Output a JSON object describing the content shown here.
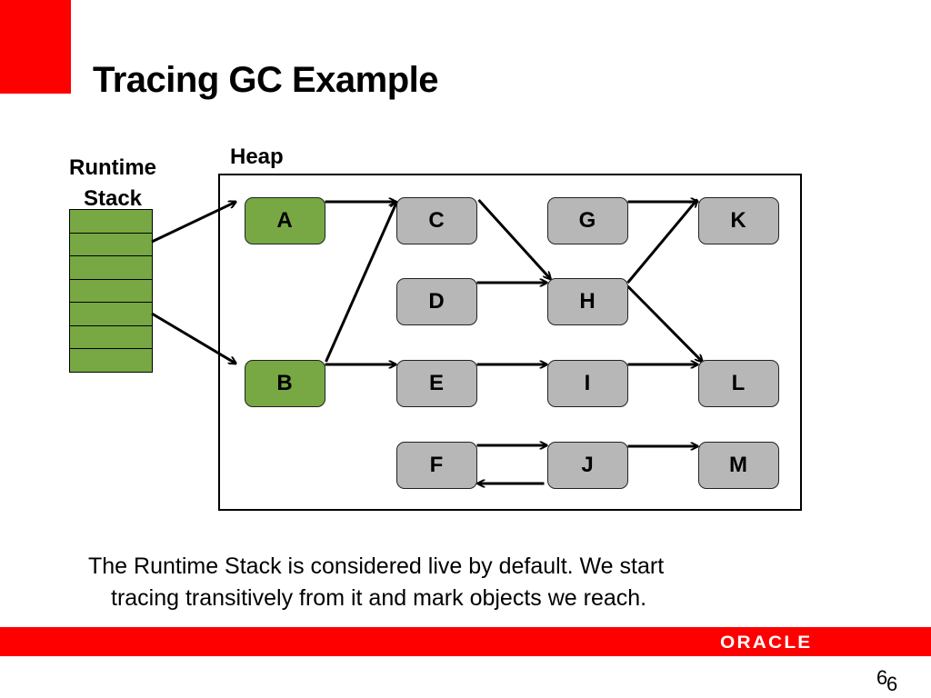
{
  "slide": {
    "title": "Tracing GC Example",
    "caption_line1": "The Runtime Stack is considered live by default. We start",
    "caption_line2": "tracing transitively from it and mark objects we reach.",
    "page_number": "6",
    "page_number_shadow": "6"
  },
  "diagram": {
    "stack_label_line1": "Runtime",
    "stack_label_line2": "Stack",
    "stack_slots": 7,
    "heap_label": "Heap",
    "nodes": [
      {
        "id": "A",
        "label": "A",
        "status": "live"
      },
      {
        "id": "B",
        "label": "B",
        "status": "live"
      },
      {
        "id": "C",
        "label": "C",
        "status": "unmarked"
      },
      {
        "id": "D",
        "label": "D",
        "status": "unmarked"
      },
      {
        "id": "E",
        "label": "E",
        "status": "unmarked"
      },
      {
        "id": "F",
        "label": "F",
        "status": "unmarked"
      },
      {
        "id": "G",
        "label": "G",
        "status": "unmarked"
      },
      {
        "id": "H",
        "label": "H",
        "status": "unmarked"
      },
      {
        "id": "I",
        "label": "I",
        "status": "unmarked"
      },
      {
        "id": "J",
        "label": "J",
        "status": "unmarked"
      },
      {
        "id": "K",
        "label": "K",
        "status": "unmarked"
      },
      {
        "id": "L",
        "label": "L",
        "status": "unmarked"
      },
      {
        "id": "M",
        "label": "M",
        "status": "unmarked"
      }
    ],
    "edges": [
      {
        "from": "stack",
        "to": "A"
      },
      {
        "from": "stack",
        "to": "B"
      },
      {
        "from": "A",
        "to": "C"
      },
      {
        "from": "B",
        "to": "C"
      },
      {
        "from": "B",
        "to": "E"
      },
      {
        "from": "C",
        "to": "H"
      },
      {
        "from": "D",
        "to": "H"
      },
      {
        "from": "E",
        "to": "I"
      },
      {
        "from": "F",
        "to": "J"
      },
      {
        "from": "J",
        "to": "F"
      },
      {
        "from": "G",
        "to": "K"
      },
      {
        "from": "H",
        "to": "K"
      },
      {
        "from": "H",
        "to": "L"
      },
      {
        "from": "I",
        "to": "L"
      },
      {
        "from": "J",
        "to": "M"
      }
    ]
  },
  "branding": {
    "logo_text": "ORACLE"
  },
  "colors": {
    "accent_red": "#ff0000",
    "live_object": "#77a843",
    "unmarked_object": "#b7b7b7"
  }
}
